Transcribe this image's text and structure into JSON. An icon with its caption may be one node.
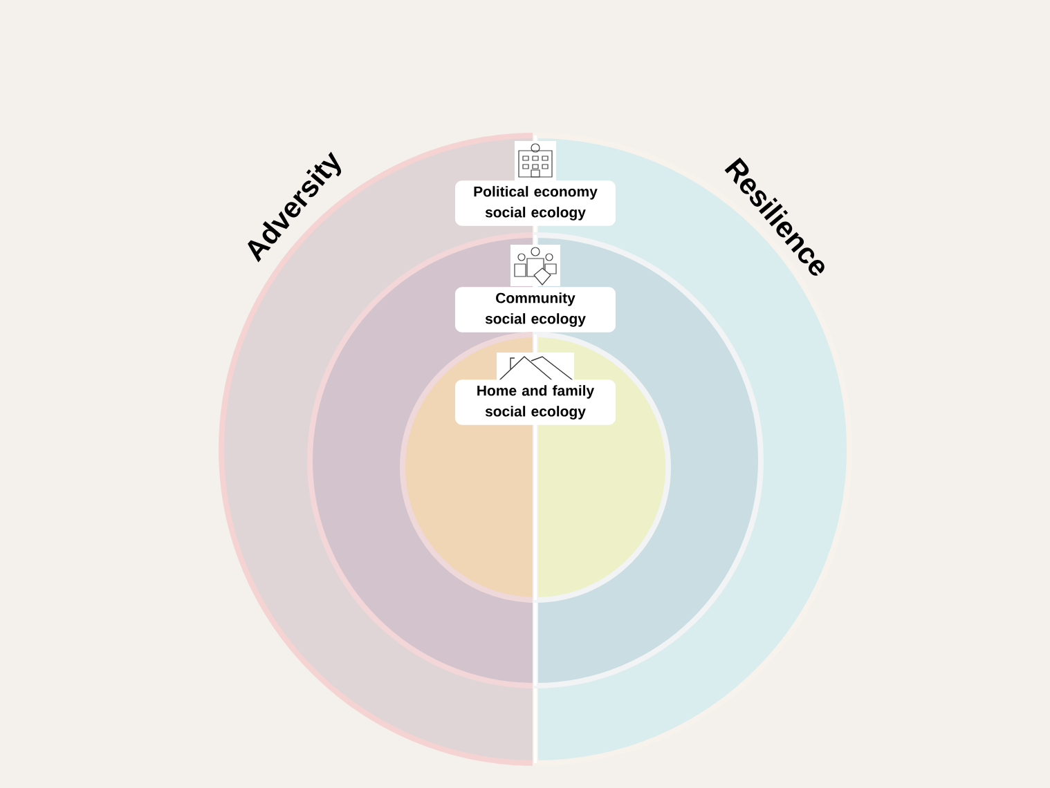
{
  "diagram": {
    "nodes": [
      {
        "text": [
          "Political economy social ecology"
        ]
      },
      {
        "text": [
          "Community social ecology"
        ],
        "in": 0
      },
      {
        "text": [
          "Home and family social ecology"
        ],
        "in": 1
      }
    ],
    "labels": [
      "Adversity",
      "Resilience"
    ]
  }
}
